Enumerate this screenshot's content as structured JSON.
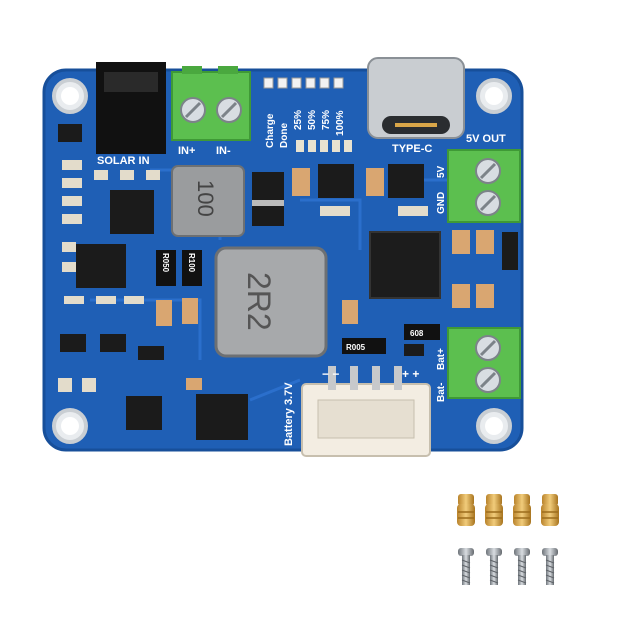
{
  "board": {
    "solar_label": "SOLAR IN",
    "in_plus": "IN+",
    "in_minus": "IN-",
    "charge_label": "Charge",
    "done_label": "Done",
    "levels": [
      "25%",
      "50%",
      "75%",
      "100%"
    ],
    "typec_label": "TYPE-C",
    "out_label": "5V OUT",
    "pin_5v": "5V",
    "pin_gnd": "GND",
    "battery_label": "Battery 3.7V",
    "bat_minus": "Bat-",
    "bat_plus": "Bat+",
    "inductor_small": "100",
    "inductor_large": "2R2",
    "res_r050": "R050",
    "res_r100": "R100",
    "res_r005": "R005",
    "res_608": "608",
    "conn_minus": "− −",
    "conn_plus": "+ +"
  },
  "colors": {
    "pcb": "#1f5fb5",
    "pcb_edge": "#174f9a",
    "terminal": "#5cbf4f",
    "silk": "#ffffff",
    "brass": "#d7a64a",
    "steel": "#9aa0a6"
  },
  "accessories": {
    "standoff_count": 4,
    "screw_count": 4
  }
}
